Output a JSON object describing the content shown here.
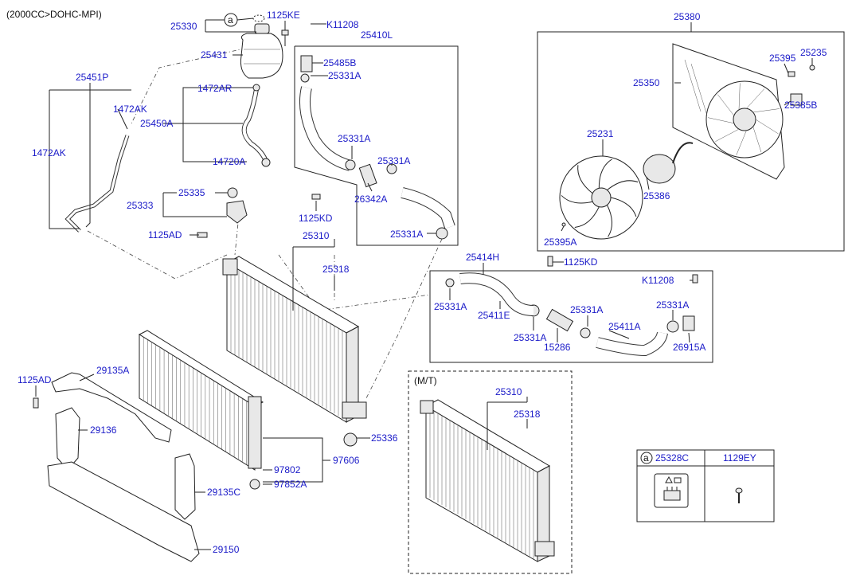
{
  "header": {
    "engine_spec": "(2000CC>DOHC-MPI)"
  },
  "labels": {
    "p25330": "25330",
    "p1125KE": "1125KE",
    "pK11208_top": "K11208",
    "p25410L": "25410L",
    "p25431": "25431",
    "p25485B": "25485B",
    "p25331A_1": "25331A",
    "p1472AR": "1472AR",
    "p25451P": "25451P",
    "p1472AK_top": "1472AK",
    "p25450A": "25450A",
    "p1472AK_left": "1472AK",
    "p14720A": "14720A",
    "p25331A_2": "25331A",
    "p25331A_3": "25331A",
    "p26342A": "26342A",
    "p25335": "25335",
    "p25333": "25333",
    "p1125KD_1": "1125KD",
    "p1125AD_1": "1125AD",
    "p25310_main": "25310",
    "p25318_main": "25318",
    "p25331A_4": "25331A",
    "p25380": "25380",
    "p25395": "25395",
    "p25235": "25235",
    "p25350": "25350",
    "p25385B": "25385B",
    "p25231": "25231",
    "p25386": "25386",
    "p25395A": "25395A",
    "p25414H": "25414H",
    "p1125KD_2": "1125KD",
    "pK11208_right": "K11208",
    "p25331A_5": "25331A",
    "p25411E": "25411E",
    "p25331A_6": "25331A",
    "p25331A_7": "25331A",
    "p25411A": "25411A",
    "p25331A_8": "25331A",
    "p15286": "15286",
    "p26915A": "26915A",
    "p1125AD_2": "1125AD",
    "p29135A": "29135A",
    "p29136": "29136",
    "p25336": "25336",
    "p97606": "97606",
    "p97802": "97802",
    "p97852A": "97852A",
    "p29135C": "29135C",
    "p29150": "29150",
    "mt_label": "(M/T)",
    "p25310_mt": "25310",
    "p25318_mt": "25318"
  },
  "legend_table": {
    "circle_letter": "a",
    "col1": "25328C",
    "col2": "1129EY"
  },
  "callout_letter": "a"
}
